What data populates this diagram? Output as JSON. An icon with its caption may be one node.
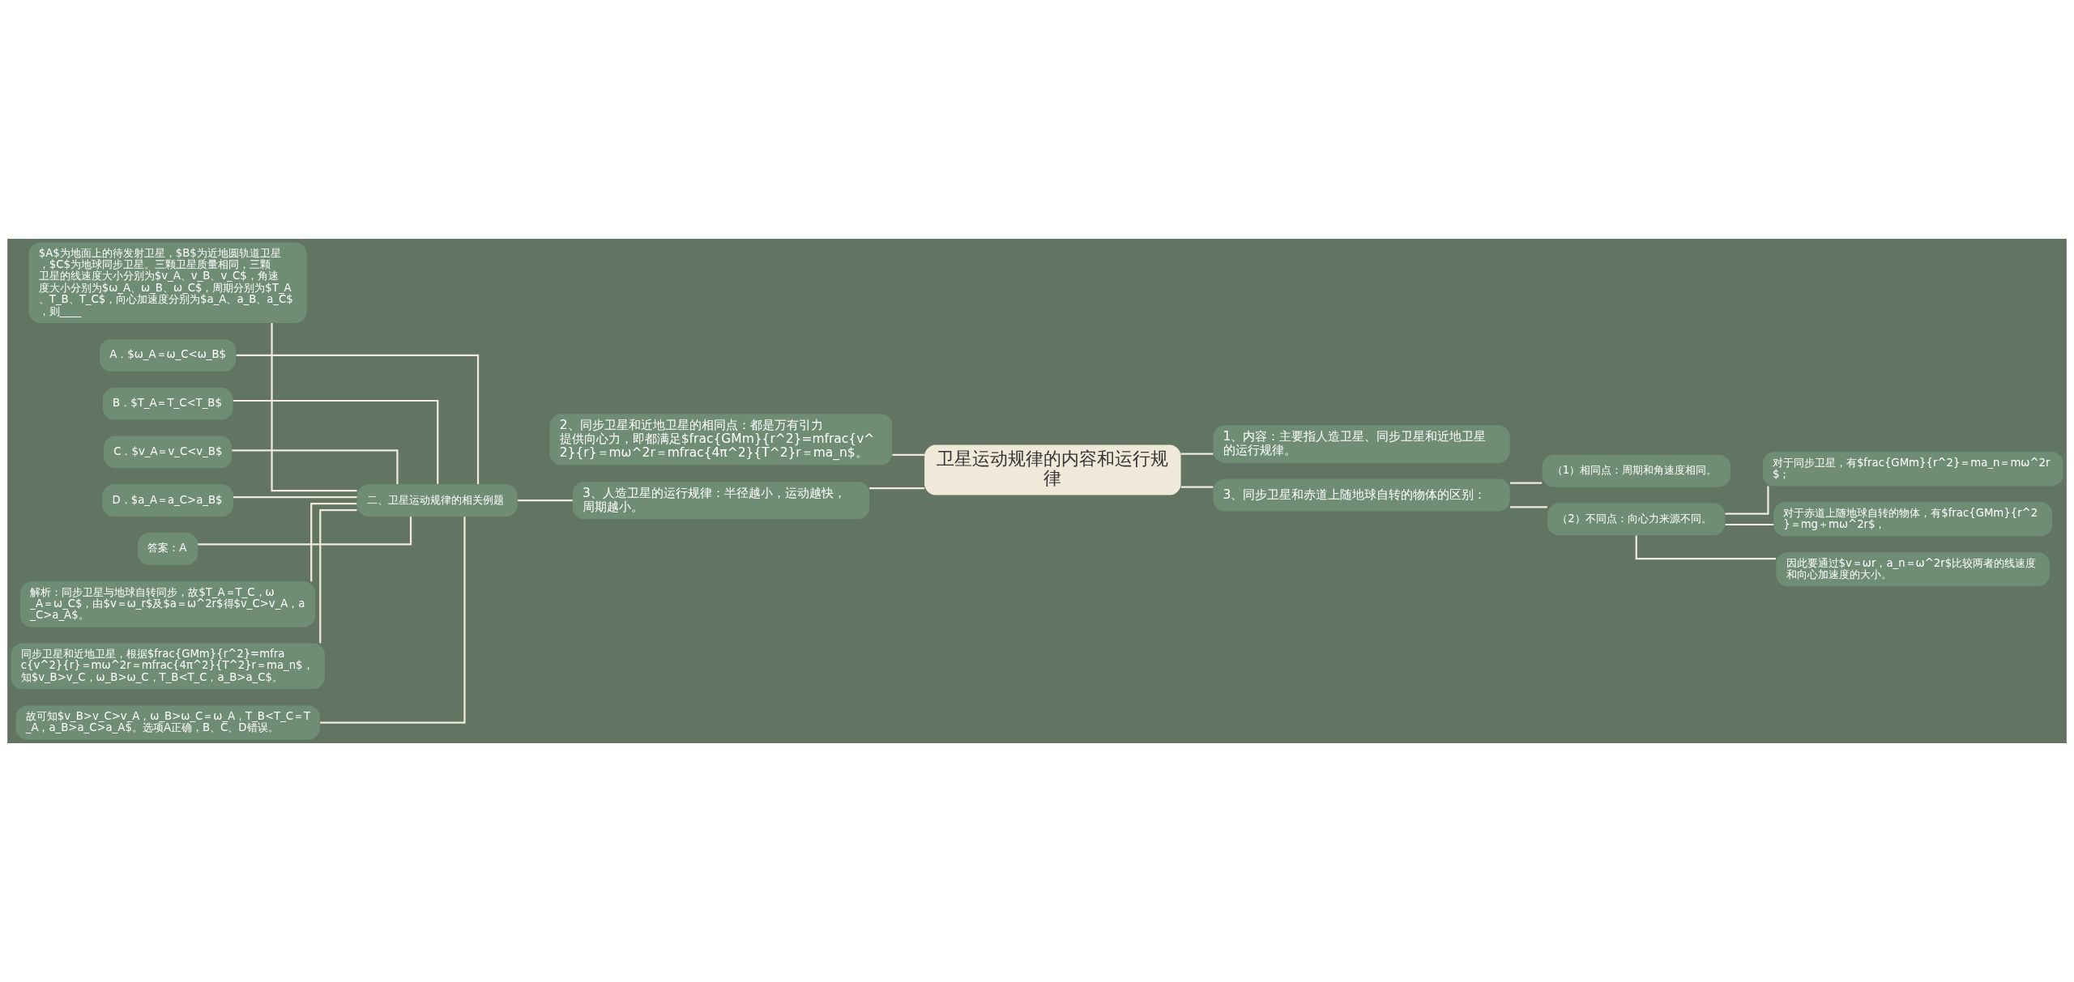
{
  "diagram": {
    "nodes": [
      {
        "text": [
          "卫星运动规律的内容和运行规律"
        ]
      },
      {
        "text": [
          "2、同步卫星和近地卫星的相同点：都是万有引力提供向心力，即都满足$frac{GMm}{r^2}=mfrac{v^2}{r}＝mω^2r＝mfrac{4π^2}{T^2}r＝ma_n$。"
        ]
      },
      {
        "text": [
          "3、人造卫星的运行规律：半径越小，运动越快，周期越小。"
        ]
      },
      {
        "text": [
          "二、卫星运动规律的相关例题"
        ]
      },
      {
        "text": [
          "$A$为地面上的待发射卫星，$B$为近地圆轨道卫星，$C$为地球同步卫星。三颗卫星质量相同，三颗卫星的线速度大小分别为$v_A、v_B、v_C$，角速度大小分别为$ω_A、ω_B、ω_C$，周期分别为$T_A、T_B、T_C$，向心加速度分别为$a_A、a_B、a_C$，则____"
        ]
      },
      {
        "text": [
          "A．$ω_A＝ω_C<ω_B$"
        ]
      },
      {
        "text": [
          "B．$T_A＝T_C<T_B$"
        ]
      },
      {
        "text": [
          "C．$v_A＝v_C<v_B$"
        ]
      },
      {
        "text": [
          "D．$a_A＝a_C>a_B$"
        ]
      },
      {
        "text": [
          "答案：A"
        ]
      },
      {
        "text": [
          "解析：同步卫星与地球自转同步，故$T_A＝T_C，ω_A＝ω_C$，由$v＝ω_r$及$a＝ω^2r$得$v_C>v_A，a_C>a_A$。"
        ]
      },
      {
        "text": [
          "同步卫星和近地卫星，根据$frac{GMm}{r^2}=mfrac{v^2}{r}＝mω^2r＝mfrac{4π^2}{T^2}r＝ma_n$，知$v_B>v_C，ω_B>ω_C，T_B<T_C，a_B>a_C$。"
        ]
      },
      {
        "text": [
          "故可知$v_B>v_C>v_A，ω_B>ω_C＝ω_A，T_B<T_C＝T_A，a_B>a_C>a_A$。选项A正确，B、C、D错误。"
        ]
      },
      {
        "text": [
          "1、内容：主要指人造卫星、同步卫星和近地卫星的运行规律。"
        ]
      },
      {
        "text": [
          "3、同步卫星和赤道上随地球自转的物体的区别："
        ]
      },
      {
        "text": [
          "（1）相同点：周期和角速度相同。"
        ]
      },
      {
        "text": [
          "（2）不同点：向心力来源不同。"
        ]
      },
      {
        "text": [
          "对于同步卫星，有$frac{GMm}{r^2}＝ma_n＝mω^2r$；"
        ]
      },
      {
        "text": [
          "对于赤道上随地球自转的物体，有$frac{GMm}{r^2}＝mg＋mω^2r$，"
        ]
      },
      {
        "text": [
          "因此要通过$v＝ωr，a_n＝ω^2r$比较两者的线速度和向心加速度的大小。"
        ]
      }
    ],
    "edges": [
      {
        "from": 0,
        "to": 1,
        "arrow": "none"
      },
      {
        "from": 0,
        "to": 2,
        "arrow": "none"
      },
      {
        "from": 2,
        "to": 3,
        "arrow": "none"
      },
      {
        "from": 3,
        "to": 4,
        "arrow": "none"
      },
      {
        "from": 3,
        "to": 5,
        "arrow": "none"
      },
      {
        "from": 3,
        "to": 6,
        "arrow": "none"
      },
      {
        "from": 3,
        "to": 7,
        "arrow": "none"
      },
      {
        "from": 3,
        "to": 8,
        "arrow": "none"
      },
      {
        "from": 3,
        "to": 9,
        "arrow": "none"
      },
      {
        "from": 3,
        "to": 10,
        "arrow": "none"
      },
      {
        "from": 3,
        "to": 11,
        "arrow": "none"
      },
      {
        "from": 3,
        "to": 12,
        "arrow": "none"
      },
      {
        "from": 0,
        "to": 13,
        "arrow": "none"
      },
      {
        "from": 0,
        "to": 14,
        "arrow": "none"
      },
      {
        "from": 14,
        "to": 15,
        "arrow": "none"
      },
      {
        "from": 14,
        "to": 16,
        "arrow": "none"
      },
      {
        "from": 16,
        "to": 17,
        "arrow": "none"
      },
      {
        "from": 16,
        "to": 18,
        "arrow": "none"
      },
      {
        "from": 16,
        "to": 19,
        "arrow": "none"
      }
    ]
  }
}
